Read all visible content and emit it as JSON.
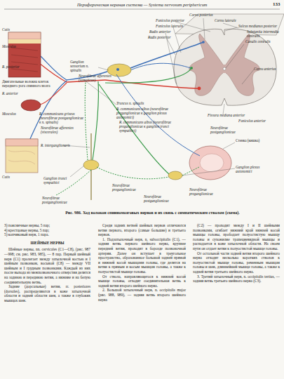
{
  "diagram": {
    "title": "Периферическая нервная система — Systema nervosum periphericum",
    "caption": "Рис. 986. Ход волокон спинномозговых нервов и их связь с симпатическим стволом (схема).",
    "labels": [
      "133",
      "Cornu posterius",
      "Cornu laterale",
      "Funiculus posterior",
      "Funiculus lateralis",
      "Sulcus medianus posterior",
      "Radix anterior",
      "Substantia intermedia centralis",
      "Radix posterior",
      "Canalis centralis",
      "Cutis",
      "Musculus",
      "Ganglion sensorium n. spinalis",
      "Cornu anterius",
      "R. posterior",
      "Neurofibrae afferentes (somaticae)",
      "Двигательные волокна клеток переднего рога спинного мозга",
      "R. anterior",
      "Musculus",
      "Truncus n. spinalis",
      "R. communicans albus (neurofibrae preganglionicae к ganglion plexus autonomici)",
      "R. communicans griseus (neurofibrae postganglionicae к n. spinalis)",
      "R. communicans albus (neurofibrae preganglionicae к ganglion trunci sympathici)",
      "Fissura mediana anterior",
      "Funiculus anterior",
      "Neurofibrae afferentes (viscerales)",
      "Neurofibrae postganglionicae",
      "R. interganglionaris",
      "Стенка (кишка)",
      "Ganglion plexus autonomici",
      "Cutis",
      "Ganglion trunci sympathici",
      "Neurofibrae postganglionicae",
      "Neurofibrae preganglionicae",
      "Neurofibrae postganglionicae",
      "Neurofibrae preganglionicae",
      "3) поясничные нервы, 5 пар;",
      "4) крестцовые нервы, 5 пар;",
      "5) копчиковый нерв, 1 пара.",
      "ШЕЙНЫЕ НЕРВЫ",
      "Шейные нервы, nn. cervicales (C1—C8), (рис. 987—998; см. рис. 983, 985), — 8 пар. Первый шейный нерв (C1) пролегает между затылочной костью и I шейным позвонком, восьмой (C8) — между VII шейным и I грудным позвонками. Каждый из них после выхода из межпозвоночного отверстия делится на заднюю и переднюю ветви, а нижние и на белую соединительную ветвь.",
      "Задние (дорсальные) ветви, rr. posteriores (dorsales), распределяются в коже затылочной области и задней области шеи, а также в глубоких мышцах шеи.",
      "Среди задних ветвей шейных нервов отличаются ветви первого, второго (самые большие) и третьего нервов.",
      "1. Подзатылочный нерв, n. suboccipitalis (C1), — задняя ветвь первого шейного нерва, крупнее передней ветви, проходит в борозде позвоночной артерии. Далее он вступает в треугольное пространство, образованное большой задней прямой и нижней косой мышцами головы, где делится на ветви к прямым и косым мышцам головы, а также к полуостистой мышце головы.",
      "От ствола, направляющегося к нижней косой мышце головы, отходит соединительная ветвь к задней ветви второго шейного нерва.",
      "2. Большой затылочный нерв, n. occipitalis major (рис. 988, 989), — задняя ветвь второго шейного нерва",
      "(C2) — проходит между I и II шейными позвонками, огибает нижний край нижней косой мышцы головы, прободает полуостистую мышцу головы и сухожилие трапециевидной мышцы и распадается в коже затылочной области. На своем пути он отдает ветви к полуостистой мышце головы.",
      "От остальной части задней ветви второго шейного нерва отходят несколько коротких стволов к полуостистой мышце головы, ременным мышцам головы и шеи, длиннейшей мышце головы, а также к задней ветви третьего шейного нерва.",
      "3. Третий затылочный нерв, n. occipitalis tertius, — задняя ветвь третьего шейного нерва (C3)."
    ]
  }
}
